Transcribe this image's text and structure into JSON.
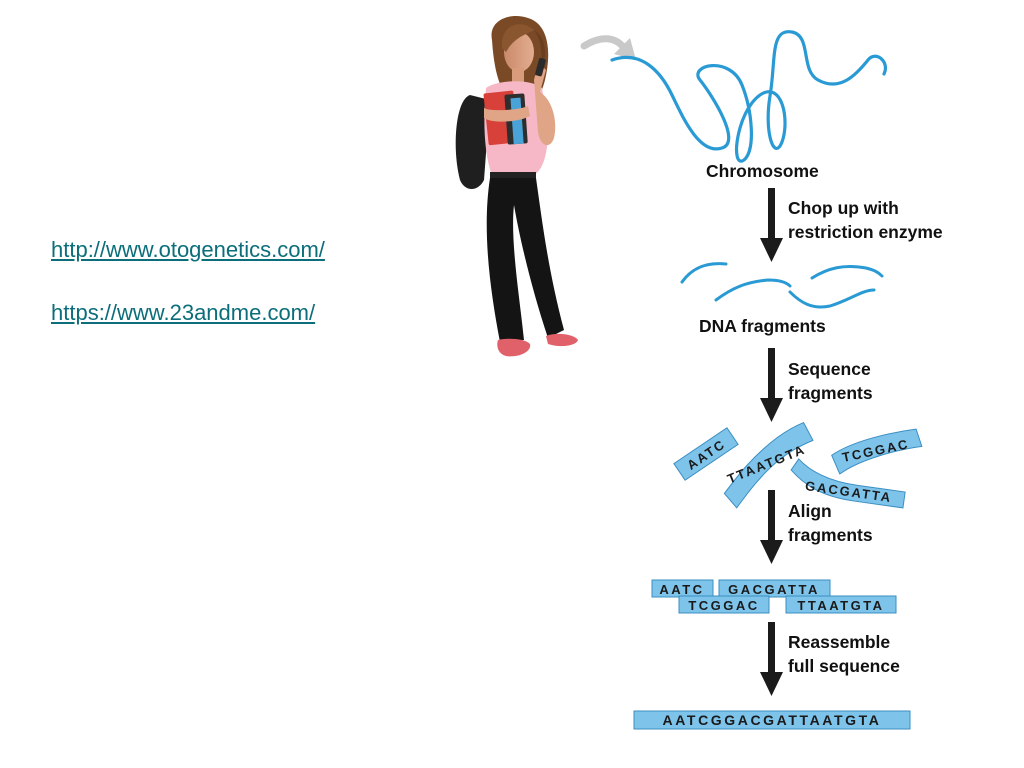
{
  "links": {
    "otogenetics": "http://www.otogenetics.com/",
    "twentythree": "https://www.23andme.com/"
  },
  "labels": {
    "chromosome": "Chromosome",
    "step1_line1": "Chop up with",
    "step1_line2": "restriction enzyme",
    "dna_fragments": "DNA fragments",
    "step2_line1": "Sequence",
    "step2_line2": "fragments",
    "step3_line1": "Align",
    "step3_line2": "fragments",
    "step4_line1": "Reassemble",
    "step4_line2": "full sequence"
  },
  "fragments": {
    "f1": "AATC",
    "f2": "TTAATGTA",
    "f3": "TCGGAC",
    "f4": "GACGATTA"
  },
  "aligned": {
    "row1a": "AATC",
    "row1b": "GACGATTA",
    "row2a": "TCGGAC",
    "row2b": "TTAATGTA"
  },
  "full_sequence": "AATCGGACGATTAATGTA",
  "colors": {
    "dna_blue": "#2a9ad4",
    "fragment_fill": "#7ec3ea",
    "arrow": "#1b1b1b",
    "link": "#0b6e7a"
  }
}
